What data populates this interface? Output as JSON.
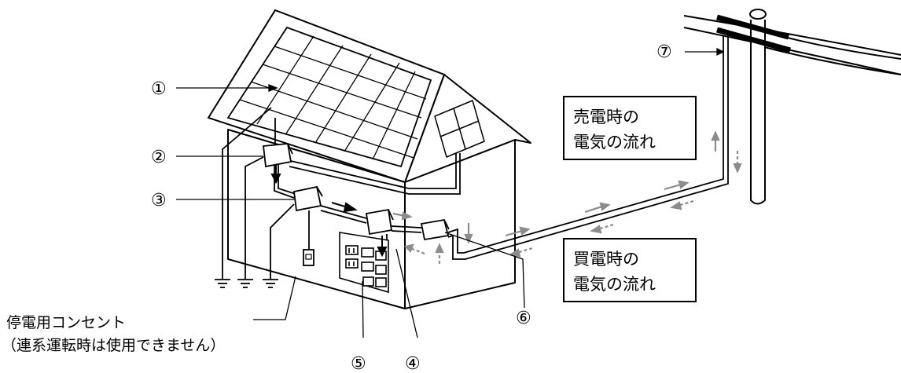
{
  "diagram": {
    "labels": {
      "n1": "①",
      "n2": "②",
      "n3": "③",
      "n4": "④",
      "n5": "⑤",
      "n6": "⑥",
      "n7": "⑦"
    },
    "sell_box": {
      "line1": "売電時の",
      "line2": "電気の流れ"
    },
    "buy_box": {
      "line1": "買電時の",
      "line2": "電気の流れ"
    },
    "outlet_caption": {
      "line1": "停電用コンセント",
      "line2": "（連系運転時は使用できません）"
    },
    "colors": {
      "line": "#000000",
      "sell_arrow": "#8c8c8c",
      "buy_arrow": "#8c8c8c"
    }
  }
}
